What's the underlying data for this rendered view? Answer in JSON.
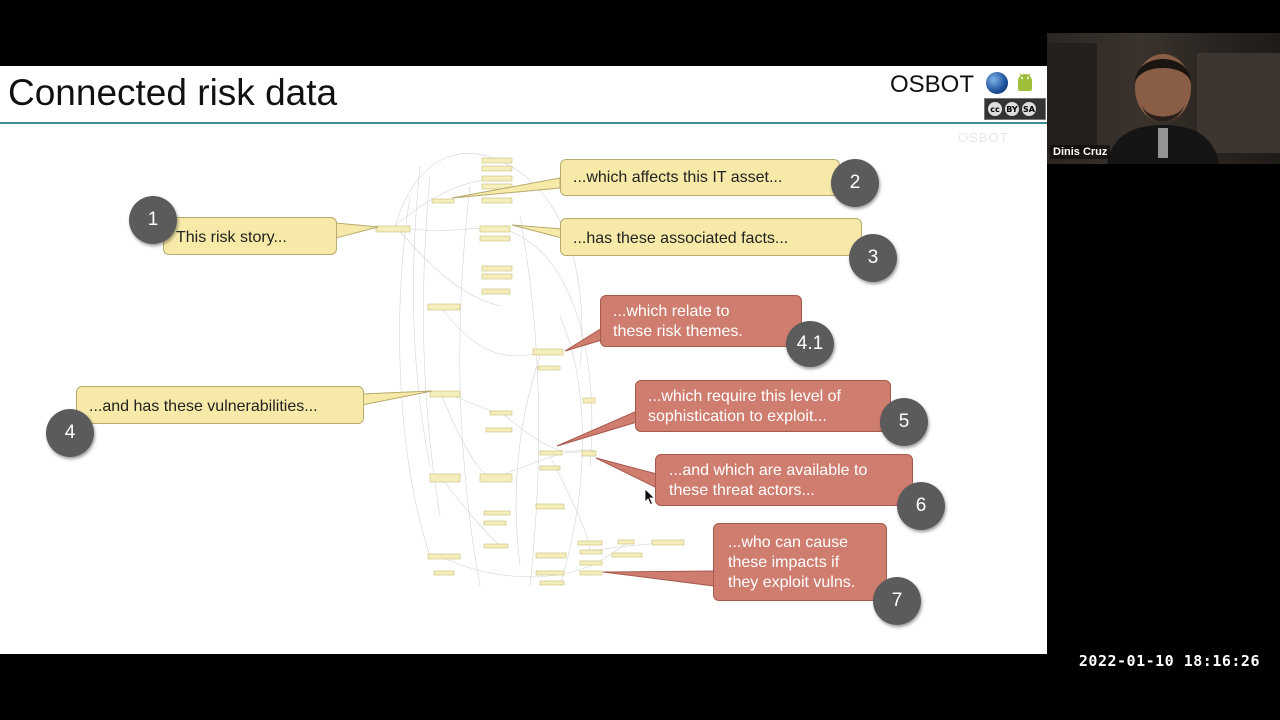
{
  "slide": {
    "title": "Connected risk data",
    "brand": "OSBOT",
    "license_badge": [
      "cc",
      "BY",
      "SA"
    ],
    "faint_logo": "OSBOT",
    "callouts": [
      {
        "id": "1",
        "text": "This risk story...",
        "style": "yellow"
      },
      {
        "id": "2",
        "text": "...which affects this IT asset...",
        "style": "yellow"
      },
      {
        "id": "3",
        "text": "...has these associated facts...",
        "style": "yellow"
      },
      {
        "id": "4",
        "text": "...and has these vulnerabilities...",
        "style": "yellow"
      },
      {
        "id": "4.1",
        "text": "...which relate to these risk themes.",
        "style": "red"
      },
      {
        "id": "5",
        "text": "...which require this level of sophistication to exploit...",
        "style": "red"
      },
      {
        "id": "6",
        "text": "...and which are available to these threat actors...",
        "style": "red"
      },
      {
        "id": "7",
        "text": "...who can cause these impacts if they exploit vulns.",
        "style": "red"
      }
    ]
  },
  "callout_lines": {
    "c1": "This risk story...",
    "c2": "...which affects this IT asset...",
    "c3": "...has these associated facts...",
    "c4": "...and has these vulnerabilities...",
    "c41": [
      "...which relate to",
      "these risk themes."
    ],
    "c5": [
      "...which require this level of",
      "sophistication to exploit..."
    ],
    "c6": [
      "...and which are available to",
      "these threat actors..."
    ],
    "c7": [
      "...who can cause",
      "these impacts if",
      "they exploit vulns."
    ]
  },
  "badges": {
    "b1": "1",
    "b2": "2",
    "b3": "3",
    "b4": "4",
    "b41": "4.1",
    "b5": "5",
    "b6": "6",
    "b7": "7"
  },
  "video": {
    "participant_name": "Dinis Cruz",
    "timestamp": "2022-01-10 18:16:26"
  },
  "colors": {
    "callout_yellow": "#f7eaa8",
    "callout_red": "#cf7d6f",
    "badge_gray": "#5b5b5b",
    "title_rule": "#3b8c93"
  }
}
